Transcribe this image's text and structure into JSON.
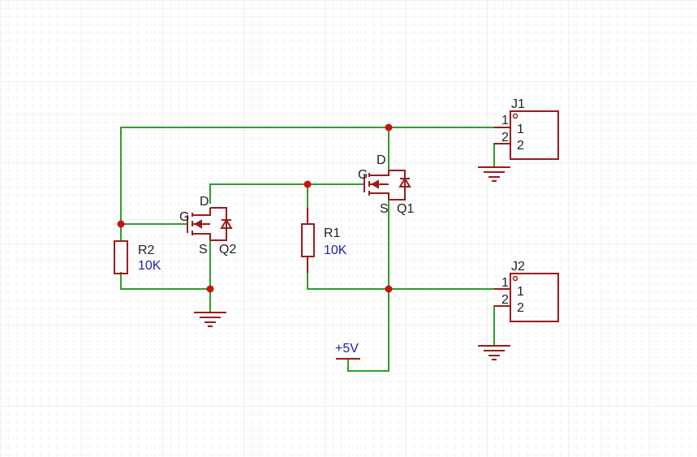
{
  "colors": {
    "wire": "#2f9e2f",
    "component": "#9c1c1c",
    "junction": "#cc1111",
    "grid_minor": "#eeeeee",
    "grid_major": "#e0e0e0",
    "label": "#222222",
    "value": "#1f1fb4"
  },
  "components": {
    "j1": {
      "designator": "J1",
      "pin1_num": "1",
      "pin2_num": "2",
      "pin1_name": "1",
      "pin2_name": "2"
    },
    "j2": {
      "designator": "J2",
      "pin1_num": "1",
      "pin2_num": "2",
      "pin1_name": "1",
      "pin2_name": "2"
    },
    "q1": {
      "designator": "Q1",
      "gate": "G",
      "drain": "D",
      "source": "S"
    },
    "q2": {
      "designator": "Q2",
      "gate": "G",
      "drain": "D",
      "source": "S"
    },
    "r1": {
      "designator": "R1",
      "value": "10K"
    },
    "r2": {
      "designator": "R2",
      "value": "10K"
    },
    "power": {
      "label": "+5V"
    }
  }
}
